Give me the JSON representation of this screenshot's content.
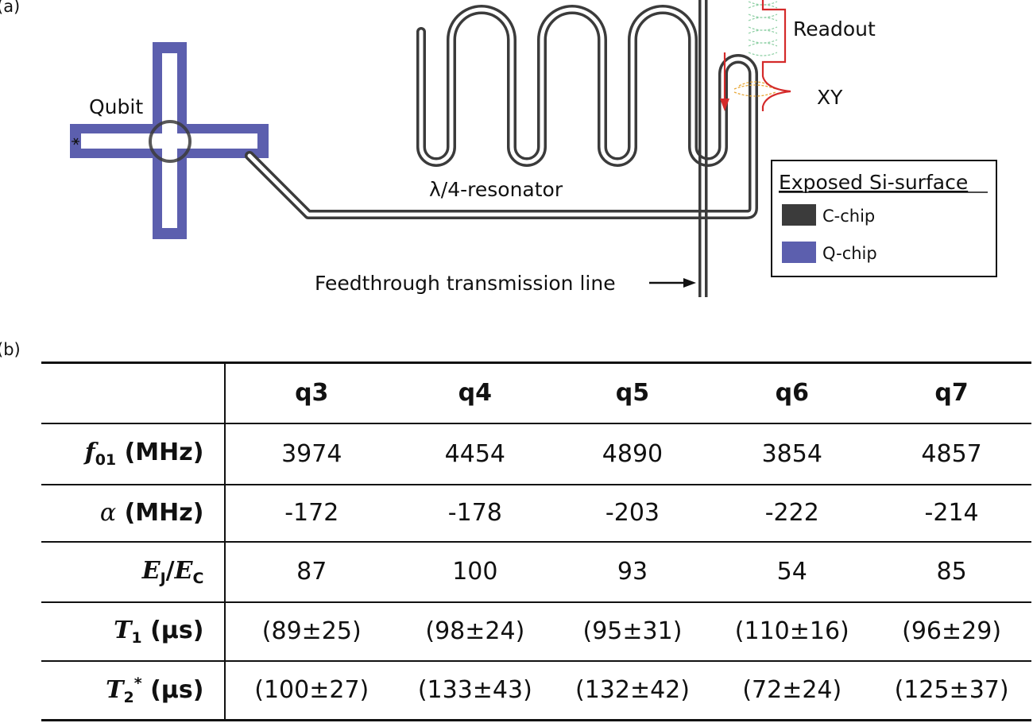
{
  "panel_a": {
    "label": "(a)",
    "qubit_label": "Qubit",
    "resonator_label": "λ/4-resonator",
    "feedline_label": "Feedthrough transmission line",
    "readout_label": "Readout",
    "xy_label": "XY",
    "legend": {
      "title": "Exposed Si-surface",
      "items": [
        {
          "label": "C-chip",
          "color": "#3b3b3b"
        },
        {
          "label": "Q-chip",
          "color": "#5c5fae"
        }
      ]
    },
    "colors": {
      "q_chip": "#5c5fae",
      "c_chip": "#3b3b3b",
      "readout_pulse": "#d42a2a",
      "xy_pulse": "#e8a93a",
      "readout_trace": "#8ccfa3"
    }
  },
  "panel_b": {
    "label": "(b)",
    "columns": [
      "q3",
      "q4",
      "q5",
      "q6",
      "q7"
    ],
    "rows": [
      {
        "symbol": "f",
        "sub": "01",
        "unit": " (MHz)",
        "values": [
          "3974",
          "4454",
          "4890",
          "3854",
          "4857"
        ]
      },
      {
        "symbol": "α",
        "unit": " (MHz)",
        "values": [
          "-172",
          "-178",
          "-203",
          "-222",
          "-214"
        ]
      },
      {
        "symbol": "E",
        "sub": "J",
        "sep": "/",
        "symbol2": "E",
        "sub2": "C",
        "values": [
          "87",
          "100",
          "93",
          "54",
          "85"
        ]
      },
      {
        "symbol": "T",
        "sub": "1",
        "unit": " (μs)",
        "values": [
          "(89±25)",
          "(98±24)",
          "(95±31)",
          "(110±16)",
          "(96±29)"
        ]
      },
      {
        "symbol": "T",
        "sub": "2",
        "sup": "*",
        "unit": " (μs)",
        "values": [
          "(100±27)",
          "(133±43)",
          "(132±42)",
          "(72±24)",
          "(125±37)"
        ]
      }
    ]
  }
}
